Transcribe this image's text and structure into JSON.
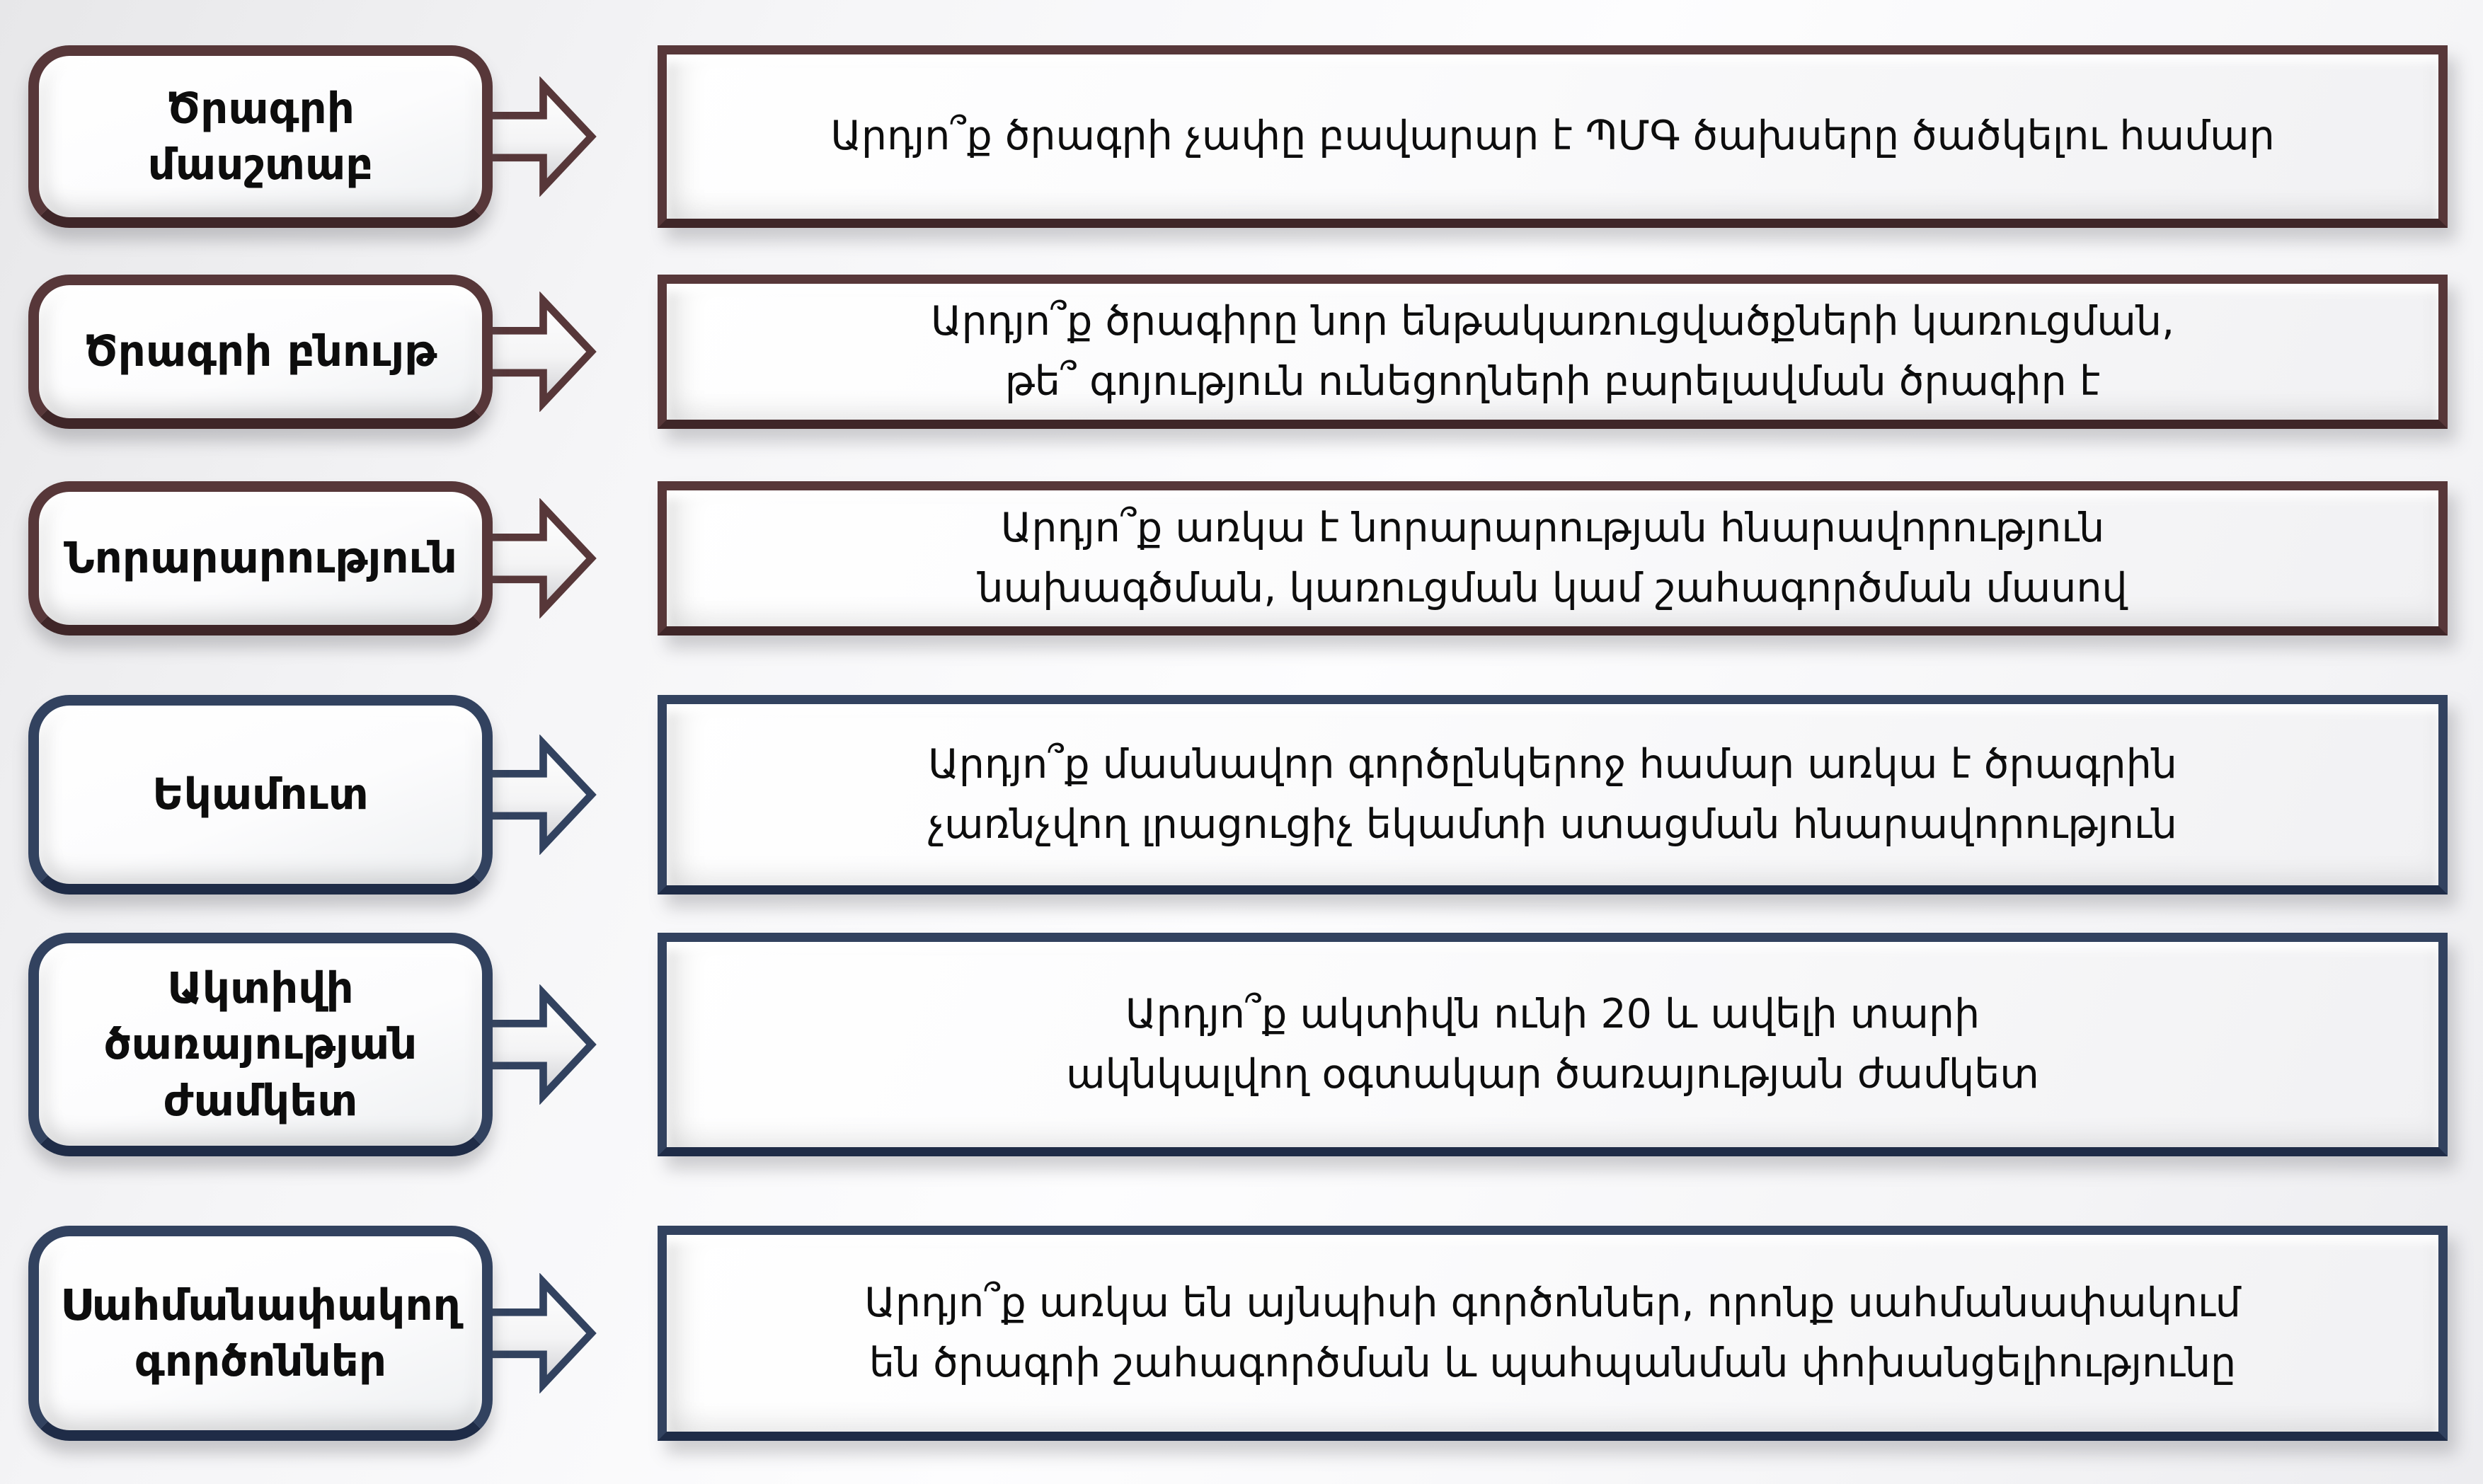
{
  "diagram": {
    "description_label": "PPP criteria question diagram",
    "language": "Armenian"
  },
  "colors": {
    "maroon": "#573739",
    "maroon_dark": "#3f2628",
    "navy": "#32425f",
    "navy_dark": "#1f2c47",
    "text": "#0d0d0d",
    "box_fill": "#ffffff"
  },
  "icons": {
    "arrow": "right-arrow-icon"
  },
  "rows": [
    {
      "theme": "maroon",
      "label": "Ծրագրի մասշտաբ",
      "question": "Արդյո՞ք ծրագրի չափը բավարար է ՊՄԳ ծախսերը ծածկելու համար"
    },
    {
      "theme": "maroon",
      "label": "Ծրագրի բնույթ",
      "question": "Արդյո՞ք ծրագիրը նոր ենթակառուցվածքների կառուցման, թե՞ գոյություն ունեցողների բարելավման ծրագիր է"
    },
    {
      "theme": "maroon",
      "label": "Նորարարություն",
      "question": "Արդյո՞ք առկա է նորարարության հնարավորություն նախագծման, կառուցման կամ շահագործման մասով"
    },
    {
      "theme": "navy",
      "label": "Եկամուտ",
      "question": "Արդյո՞ք մասնավոր գործընկերոջ համար առկա է ծրագրին չառնչվող լրացուցիչ եկամտի ստացման հնարավորություն"
    },
    {
      "theme": "navy",
      "label": "Ակտիվի ծառայության ժամկետ",
      "question": "Արդյո՞ք ակտիվն ունի 20 և ավելի տարի ակնկալվող օգտակար ծառայության ժամկետ"
    },
    {
      "theme": "navy",
      "label": "Սահմանափակող գործոններ",
      "question": "Արդյո՞ք առկա են այնպիսի գործոններ, որոնք սահմանափակում են ծրագրի շահագործման և պահպանման փոխանցելիությունը"
    }
  ]
}
